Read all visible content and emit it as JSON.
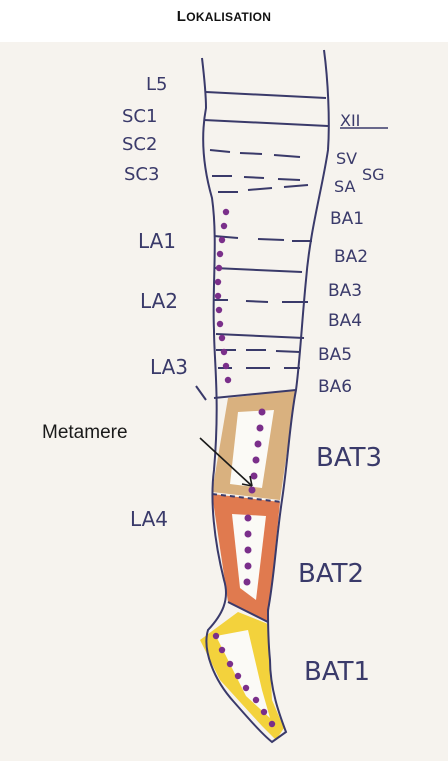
{
  "title": {
    "first": "L",
    "rest": "OKALISATION"
  },
  "labels": {
    "l5": "L5",
    "sc1": "SC1",
    "sc2": "SC2",
    "sc3": "SC3",
    "xii": "XII",
    "sv": "SV",
    "sg": "SG",
    "sa": "SA",
    "ba1": "BA1",
    "ba2": "BA2",
    "ba3": "BA3",
    "ba4": "BA4",
    "ba5": "BA5",
    "ba6": "BA6",
    "la1": "LA1",
    "la2": "LA2",
    "la3": "LA3",
    "la4": "LA4",
    "bat3": "BAT3",
    "bat2": "BAT2",
    "bat1": "BAT1",
    "metamere": "Metamere"
  },
  "colors": {
    "ink": "#3a3a6a",
    "thigh_fill": "#d9b17f",
    "shin_fill": "#e07a4f",
    "foot_fill": "#f3d23c",
    "meridian_dots": "#7a2f8a",
    "paper": "#f6f3ee"
  }
}
